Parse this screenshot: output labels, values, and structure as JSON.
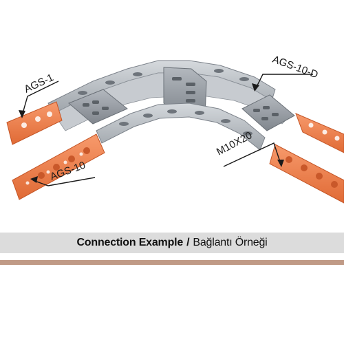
{
  "diagram": {
    "callouts": {
      "ags1": "AGS-1",
      "ags10d": "AGS-10-D",
      "ags10": "AGS-10",
      "m10x20": "M10X20"
    },
    "colors": {
      "tray_steel": "#b9bec3",
      "tray_shadow": "#8d9399",
      "connector_orange": "#ef7f4a",
      "connector_dark": "#c9582a"
    }
  },
  "caption": {
    "english": "Connection Example",
    "separator": "/",
    "turkish": "Bağlantı Örneği"
  },
  "footer_rule_color": "#c09a86"
}
